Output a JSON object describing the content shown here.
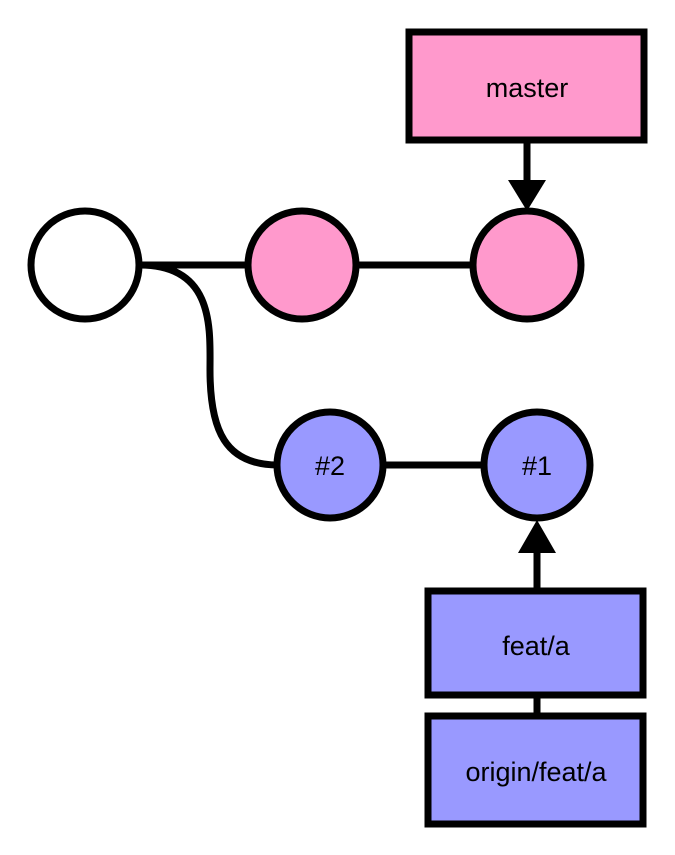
{
  "colors": {
    "master": "#ff99cc",
    "feature": "#9999ff",
    "base": "#ffffff",
    "stroke": "#000000"
  },
  "commits": {
    "base": {
      "label": ""
    },
    "master_1": {
      "label": ""
    },
    "master_2": {
      "label": ""
    },
    "feature_2": {
      "label": "#2"
    },
    "feature_1": {
      "label": "#1"
    }
  },
  "refs": {
    "master": {
      "label": "master"
    },
    "feat_a": {
      "label": "feat/a"
    },
    "origin_feat_a": {
      "label": "origin/feat/a"
    }
  }
}
